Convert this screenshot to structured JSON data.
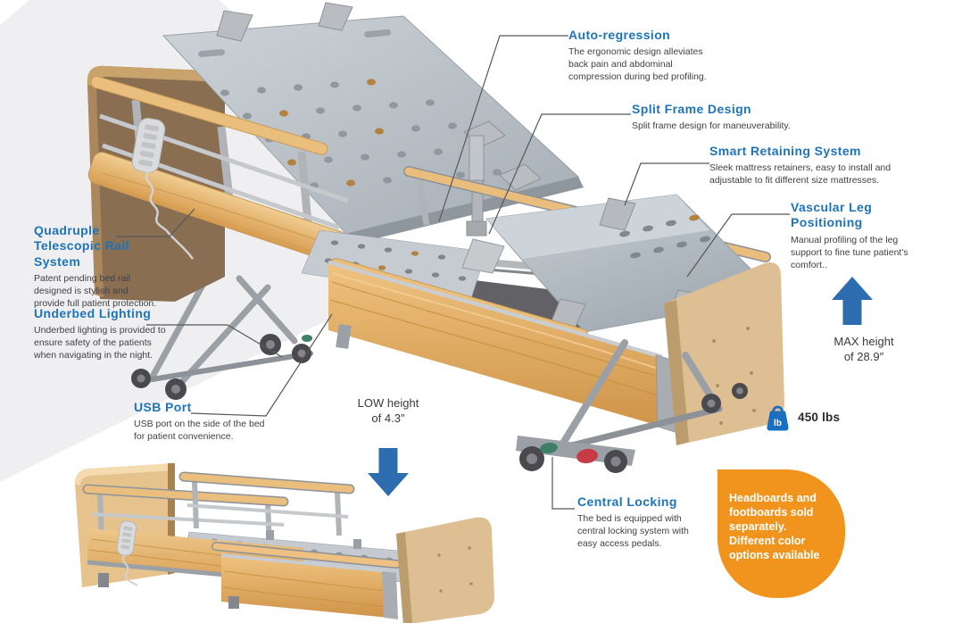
{
  "meta": {
    "accent_blue": "#1e73b9",
    "arrow_blue": "#2d6cae",
    "weight_icon_blue": "#1a6fc0",
    "badge_orange": "#f0941e",
    "body_text": "#414042",
    "background_band_gray": "#efeff1"
  },
  "callouts": {
    "auto_regression": {
      "title": "Auto-regression",
      "desc": "The ergonomic design alleviates\nback pain and abdominal\ncompression during bed profiling."
    },
    "split_frame": {
      "title": "Split Frame Design",
      "desc": "Split frame design for maneuverability."
    },
    "smart_retaining": {
      "title": "Smart Retaining System",
      "desc": "Sleek mattress retainers, easy to install and\nadjustable to fit different size mattresses."
    },
    "vascular_leg": {
      "title": "Vascular Leg\nPositioning",
      "desc": "Manual profiling of the leg\nsupport to fine tune patient's\ncomfort.."
    },
    "quadruple_rail": {
      "title": "Quadruple\nTelescopic Rail\nSystem",
      "desc": "Patent pending bed rail\ndesigned is stylish and\nprovide full patient protection."
    },
    "underbed_lighting": {
      "title": "Underbed Lighting",
      "desc": "Underbed lighting is provided to\nensure safety of the patients\nwhen navigating in the night."
    },
    "usb_port": {
      "title": "USB Port",
      "desc": "USB port on the side of the bed\nfor patient convenience."
    },
    "central_locking": {
      "title": "Central Locking",
      "desc": "The bed is equipped with\ncentral locking system with\neasy access pedals."
    }
  },
  "stats": {
    "low_height": "LOW height\nof 4.3″",
    "max_height": "MAX height\nof 28.9″",
    "weight_capacity": "450 lbs",
    "weight_icon_label": "lb"
  },
  "badge": {
    "text": "Headboards and\nfootboards sold\nseparately.\nDifferent color\noptions available"
  }
}
